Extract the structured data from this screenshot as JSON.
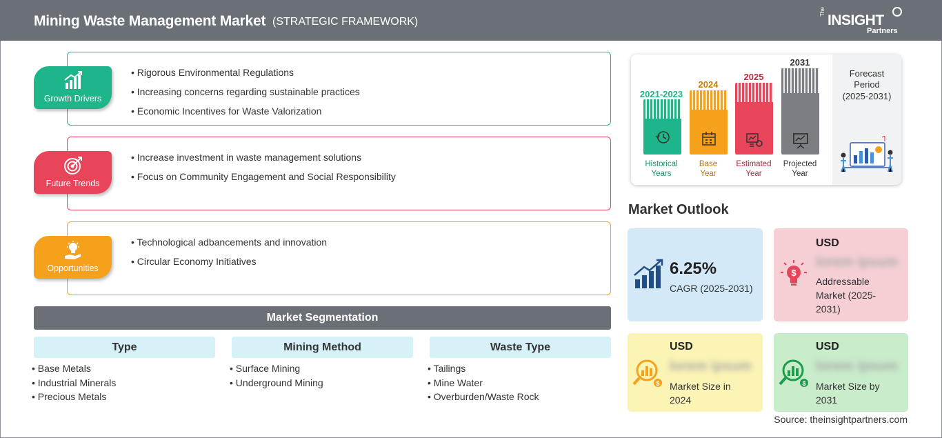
{
  "header": {
    "title": "Mining Waste Management Market",
    "subtitle": "(STRATEGIC FRAMEWORK)",
    "logo": {
      "the": "The",
      "insight": "INSIGHT",
      "partners": "Partners"
    }
  },
  "framework": {
    "growth_drivers": {
      "label": "Growth Drivers",
      "color": "#1db589",
      "items": [
        "Rigorous Environmental Regulations",
        "Increasing concerns regarding sustainable practices",
        "Economic Incentives for Waste Valorization"
      ]
    },
    "future_trends": {
      "label": "Future Trends",
      "color": "#e8455a",
      "items": [
        "Increase investment in waste management solutions",
        "Focus on Community Engagement and Social Responsibility"
      ]
    },
    "opportunities": {
      "label": "Opportunities",
      "color": "#f5a11b",
      "items": [
        "Technological adbancements and innovation",
        "Circular Economy Initiatives"
      ]
    }
  },
  "segmentation": {
    "title": "Market Segmentation",
    "columns": [
      {
        "header": "Type",
        "items": [
          "Base Metals",
          "Industrial Minerals",
          "Precious Metals"
        ]
      },
      {
        "header": "Mining Method",
        "items": [
          "Surface Mining",
          "Underground Mining"
        ]
      },
      {
        "header": "Waste Type",
        "items": [
          "Tailings",
          "Mine Water",
          "Overburden/Waste Rock"
        ]
      }
    ]
  },
  "timeline": {
    "bars": [
      {
        "year": "2021-2023",
        "label_1": "Historical",
        "label_2": "Years",
        "color": "#1db589"
      },
      {
        "year": "2024",
        "label_1": "Base",
        "label_2": "Year",
        "color": "#f5a11b"
      },
      {
        "year": "2025",
        "label_1": "Estimated",
        "label_2": "Year",
        "color": "#e8455a"
      },
      {
        "year": "2031",
        "label_1": "Projected",
        "label_2": "Year",
        "color": "#7b7e83"
      }
    ],
    "forecast_label": "Forecast Period",
    "forecast_range": "(2025-2031)"
  },
  "market_outlook": {
    "title": "Market Outlook",
    "cagr": {
      "value": "6.25%",
      "label": "CAGR (2025-2031)"
    },
    "addressable": {
      "currency": "USD",
      "value": "lorem ipsum",
      "label": "Addressable Market (2025-2031)"
    },
    "size_2024": {
      "currency": "USD",
      "value": "lorem ipsum",
      "label": "Market Size in 2024"
    },
    "size_2031": {
      "currency": "USD",
      "value": "lorem ipsum",
      "label": "Market Size by 2031"
    }
  },
  "source": "Source: theinsightpartners.com"
}
